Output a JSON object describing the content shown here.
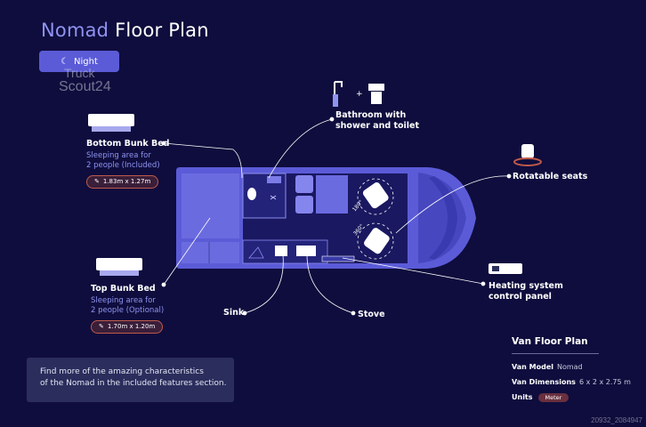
{
  "title": {
    "brand": "Nomad",
    "rest": "Floor Plan"
  },
  "mode_toggle": {
    "label": "Night"
  },
  "watermark": {
    "line1": "Truck",
    "line2": "Scout24"
  },
  "callouts": {
    "bottom_bunk": {
      "label": "Bottom Bunk Bed",
      "sub1": "Sleeping area for",
      "sub2": "2 people (Included)",
      "dimension": "1.83m x 1.27m"
    },
    "top_bunk": {
      "label": "Top Bunk Bed",
      "sub1": "Sleeping area for",
      "sub2": "2 people (Optional)",
      "dimension": "1.70m x 1.20m"
    },
    "bathroom": {
      "line1": "Bathroom with",
      "line2": "shower and toilet"
    },
    "seats": {
      "label": "Rotatable seats"
    },
    "heating": {
      "line1": "Heating system",
      "line2": "control panel"
    },
    "sink": {
      "label": "Sink"
    },
    "stove": {
      "label": "Stove"
    }
  },
  "rotation_labels": [
    "180°",
    "360°"
  ],
  "info_box": {
    "line1": "Find more of the amazing characteristics",
    "line2": "of the Nomad in the included features section."
  },
  "specs": {
    "title": "Van Floor Plan",
    "model_key": "Van Model",
    "model_val": "Nomad",
    "dims_key": "Van Dimensions",
    "dims_val": "6 x 2 x 2.75 m",
    "units_key": "Units",
    "units_val": "Meter"
  },
  "image_code": "20932_2084947",
  "colors": {
    "background": "#0f0d3d",
    "accent": "#5b5bd8",
    "accent_text": "#8f93f0",
    "pill_border": "#c05a4a"
  }
}
